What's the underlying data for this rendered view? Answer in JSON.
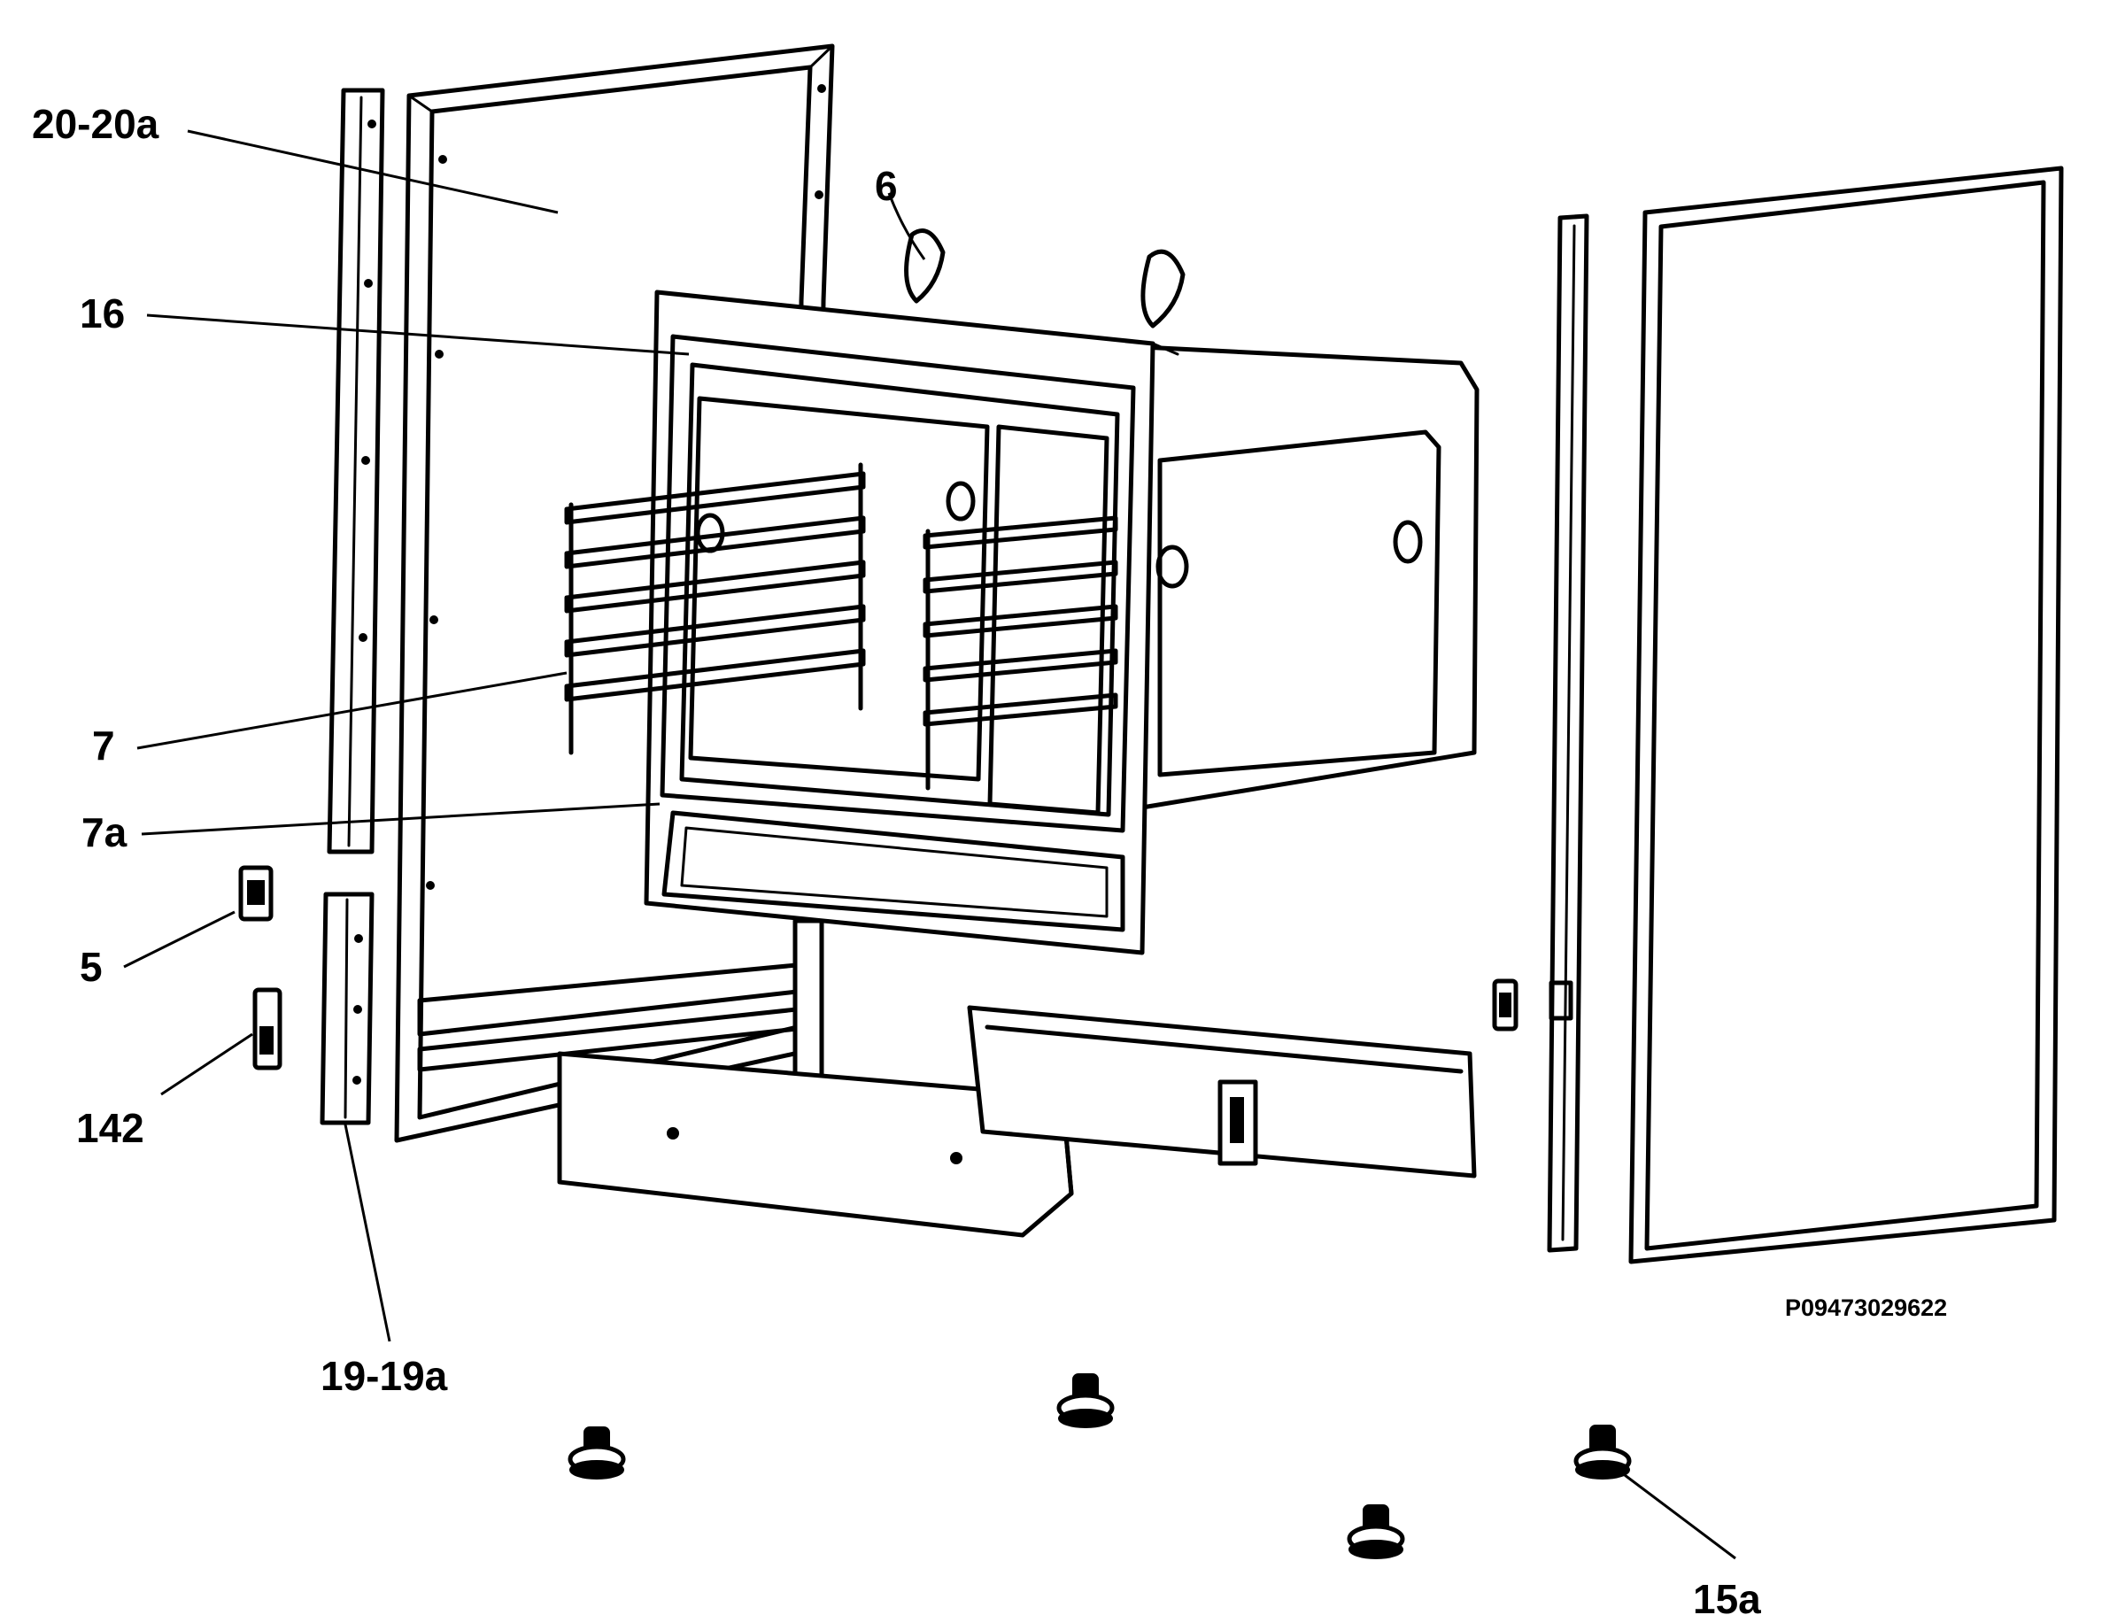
{
  "callouts": {
    "c20_20a": "20-20a",
    "c6": "6",
    "c16": "16",
    "c7": "7",
    "c7a": "7a",
    "c5": "5",
    "c142": "142",
    "c19_19a": "19-19a",
    "c15a": "15a"
  },
  "reference_code": "P09473029622"
}
